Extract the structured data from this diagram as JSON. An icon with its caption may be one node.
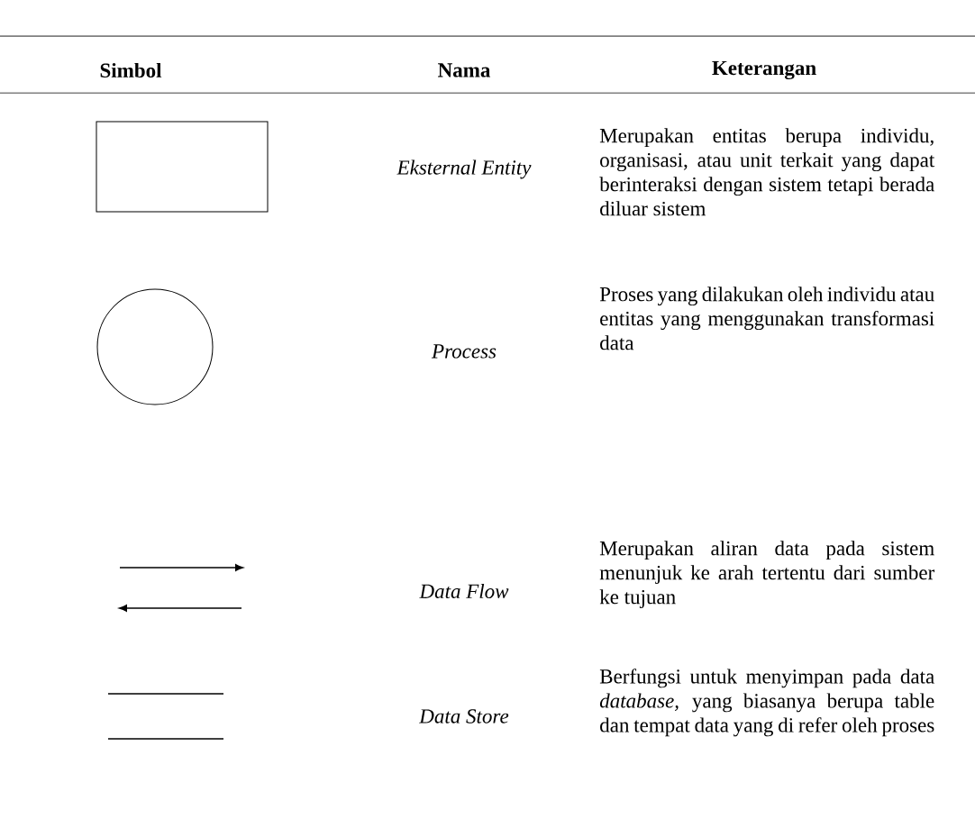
{
  "diagram": {
    "nodes": [
      {
        "text": [],
        "shape": "box"
      },
      {
        "text": [],
        "shape": "circle"
      }
    ],
    "labels": [
      "Simbol",
      "Nama",
      "Keterangan",
      "Eksternal Entity",
      "Merupakan entitas berupa individu, organisasi, atau unit terkait yang dapat berinteraksi dengan sistem tetapi berada diluar sistem",
      "Process",
      "Proses yang dilakukan oleh individu atau entitas yang menggunakan transformasi data",
      "Data Flow",
      "Merupakan aliran data pada sistem menunjuk ke arah tertentu dari sumber ke tujuan",
      "Data Store",
      "Berfungsi untuk menyimpan pada data *database,* yang biasanya berupa table dan tempat data yang di refer oleh proses"
    ]
  }
}
